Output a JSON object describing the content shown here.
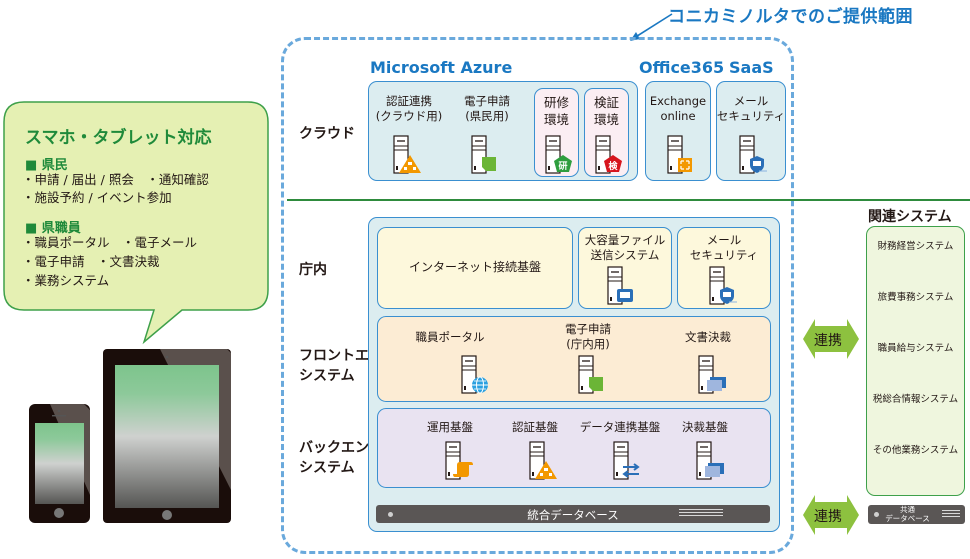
{
  "scope": {
    "title": "コニカミノルタでのご提供範囲"
  },
  "rows": {
    "cloud": "クラウド",
    "internal": "庁内",
    "frontend": [
      "フロントエンド",
      "システム"
    ],
    "backend": [
      "バックエンド",
      "システム"
    ]
  },
  "vendors": {
    "azure": "Microsoft Azure",
    "office365": "Office365",
    "saas": "SaaS"
  },
  "cloud_items": [
    {
      "lines": [
        "認証連携",
        "(クラウド用)"
      ],
      "icon": "hierarchy-warning-icon"
    },
    {
      "lines": [
        "電子申請",
        "(県民用)"
      ],
      "icon": "document-icon"
    },
    {
      "lines": [
        "研修",
        "環境"
      ],
      "icon": "training-badge-icon",
      "badge": "研"
    },
    {
      "lines": [
        "検証",
        "環境"
      ],
      "icon": "verification-badge-icon",
      "badge": "検"
    },
    {
      "lines": [
        "Exchange",
        "online"
      ],
      "icon": "exchange-icon"
    },
    {
      "lines": [
        "メール",
        "セキュリティ"
      ],
      "icon": "mail-shield-icon"
    }
  ],
  "internal_items": [
    {
      "lines": [
        "インターネット接続基盤"
      ]
    },
    {
      "lines": [
        "大容量ファイル",
        "送信システム"
      ],
      "icon": "mail-icon"
    },
    {
      "lines": [
        "メール",
        "セキュリティ"
      ],
      "icon": "mail-shield-icon"
    }
  ],
  "frontend_items": [
    {
      "lines": [
        "職員ポータル"
      ],
      "icon": "globe-icon"
    },
    {
      "lines": [
        "電子申請",
        "(庁内用)"
      ],
      "icon": "document-icon"
    },
    {
      "lines": [
        "文書決裁"
      ],
      "icon": "window-icon"
    }
  ],
  "backend_items": [
    {
      "lines": [
        "運用基盤"
      ],
      "icon": "scroll-icon"
    },
    {
      "lines": [
        "認証基盤"
      ],
      "icon": "hierarchy-warning-icon"
    },
    {
      "lines": [
        "データ連携基盤"
      ],
      "icon": "sync-arrows-icon"
    },
    {
      "lines": [
        "決裁基盤"
      ],
      "icon": "window-icon"
    }
  ],
  "database": {
    "label": "統合データベース"
  },
  "mobile": {
    "title": "スマホ・タブレット対応",
    "sections": [
      {
        "heading": "■ 県民",
        "lines": [
          "・申請 / 届出 / 照会　・通知確認",
          "・施設予約 / イベント参加"
        ]
      },
      {
        "heading": "■ 県職員",
        "lines": [
          "・職員ポータル　・電子メール",
          "・電子申請　・文書決裁",
          "・業務システム"
        ]
      }
    ]
  },
  "related": {
    "title": "関連システム",
    "items": [
      "財務経営システム",
      "旅費事務システム",
      "職員給与システム",
      "税総合情報システム",
      "その他業務システム"
    ],
    "common_db": [
      "共通",
      "データベース"
    ],
    "link_label": "連携"
  },
  "colors": {
    "accent_blue": "#1a78c2",
    "green": "#1f8a3a",
    "orange": "#f39800",
    "doc_green": "#6bb536",
    "badge_green": "#2e9e3e",
    "badge_red": "#d7141d",
    "burst_green": "#2aa43a"
  }
}
